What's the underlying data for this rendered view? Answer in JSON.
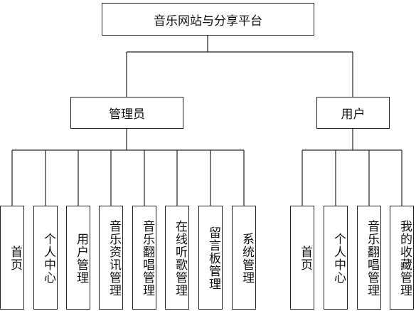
{
  "diagram": {
    "root": "音乐网站与分享平台",
    "branches": [
      {
        "label": "管理员",
        "children": [
          "首页",
          "个人中心",
          "用户管理",
          "音乐资讯管理",
          "音乐翻唱管理",
          "在线听歌管理",
          "留言板管理",
          "系统管理"
        ]
      },
      {
        "label": "用户",
        "children": [
          "首页",
          "个人中心",
          "音乐翻唱管理",
          "我的收藏管理"
        ]
      }
    ]
  }
}
